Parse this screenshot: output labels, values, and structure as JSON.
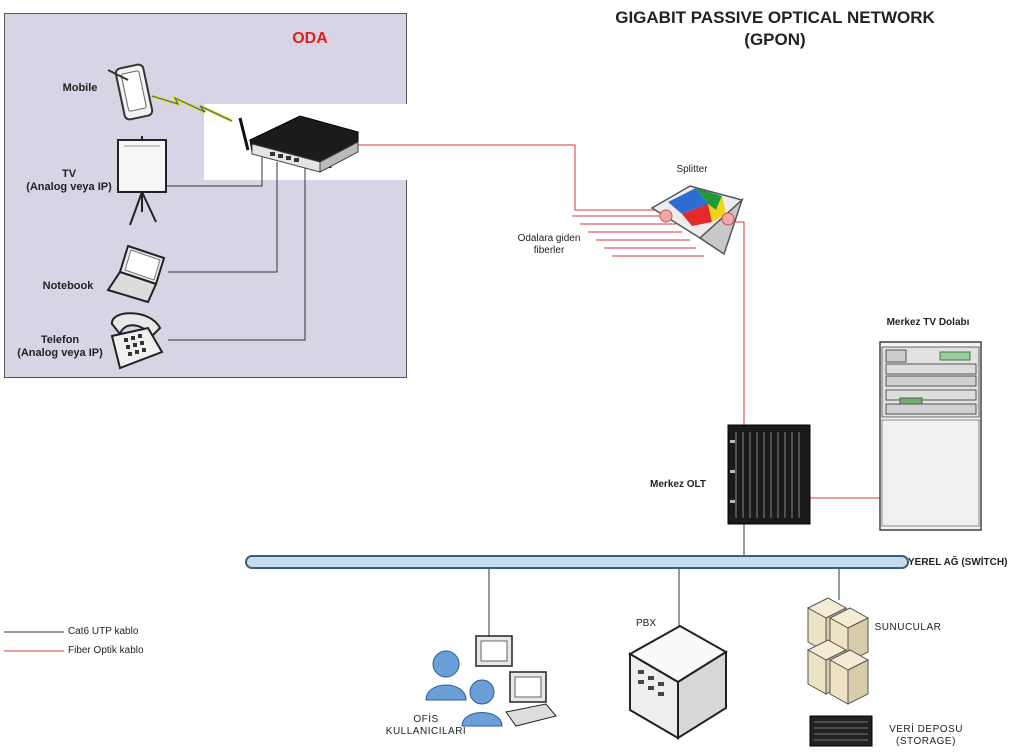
{
  "title": {
    "line1": "GIGABIT PASSIVE OPTICAL NETWORK",
    "line2": "(GPON)"
  },
  "room": {
    "title": "ODA"
  },
  "devices": {
    "mobile": "Mobile",
    "tv_line1": "TV",
    "tv_line2": "(Analog veya IP)",
    "notebook": "Notebook",
    "phone_line1": "Telefon",
    "phone_line2": "(Analog veya IP)",
    "splitter": "Splitter",
    "fibers_line1": "Odalara giden",
    "fibers_line2": "fiberler",
    "tv_cabinet": "Merkez TV Dolabı",
    "olt": "Merkez OLT",
    "switch": "YEREL AĞ (SWİTCH)",
    "pbx": "PBX",
    "servers": "SUNUCULAR",
    "office_line1": "OFİS",
    "office_line2": "KULLANICILARI",
    "storage_line1": "VERİ DEPOSU",
    "storage_line2": "(STORAGE)"
  },
  "legend": {
    "utp": "Cat6 UTP kablo",
    "fiber": "Fiber Optik kablo"
  },
  "colors": {
    "fiber": "#d93a3a",
    "utp": "#333333",
    "room_bg": "#d9d3e6",
    "switch_bar": "#c8dcec",
    "title": "#e0201e"
  }
}
